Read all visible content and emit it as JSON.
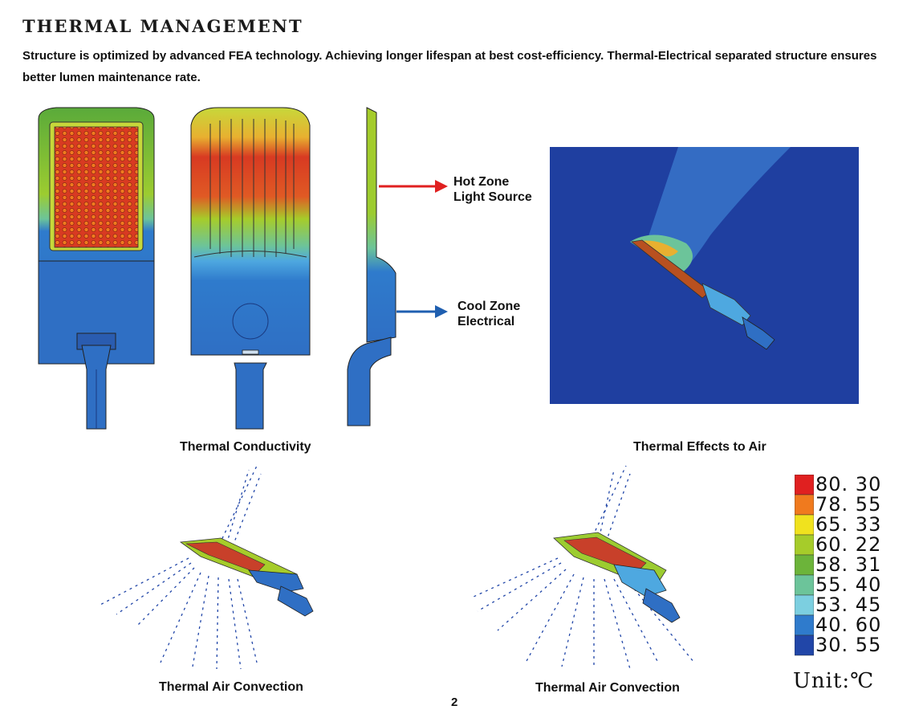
{
  "header": {
    "title": "THERMAL MANAGEMENT",
    "description": "Structure is optimized by advanced FEA technology. Achieving longer lifespan at best  cost-efficiency. Thermal-Electrical separated structure ensures better lumen maintenance rate."
  },
  "zones": {
    "hot": {
      "line1": "Hot Zone",
      "line2": "Light Source",
      "arrow_color": "#e02020"
    },
    "cool": {
      "line1": "Cool Zone",
      "line2": "Electrical",
      "arrow_color": "#1f5fb0"
    }
  },
  "captions": {
    "conductivity": "Thermal Conductivity",
    "effects_air": "Thermal Effects to Air",
    "convection_left": "Thermal Air Convection",
    "convection_right": "Thermal Air Convection"
  },
  "legend": {
    "items": [
      {
        "value": "80. 30",
        "color": "#e02020"
      },
      {
        "value": "78. 55",
        "color": "#f07a1e"
      },
      {
        "value": "65. 33",
        "color": "#f0e21e"
      },
      {
        "value": "60. 22",
        "color": "#a6cc2a"
      },
      {
        "value": "58. 31",
        "color": "#6cb43a"
      },
      {
        "value": "55. 40",
        "color": "#6cc49a"
      },
      {
        "value": "53. 45",
        "color": "#7ccfe0"
      },
      {
        "value": "40. 60",
        "color": "#2f7bcc"
      },
      {
        "value": "30. 55",
        "color": "#2146a8"
      }
    ],
    "unit": "Unit:℃"
  },
  "page_number": "2"
}
